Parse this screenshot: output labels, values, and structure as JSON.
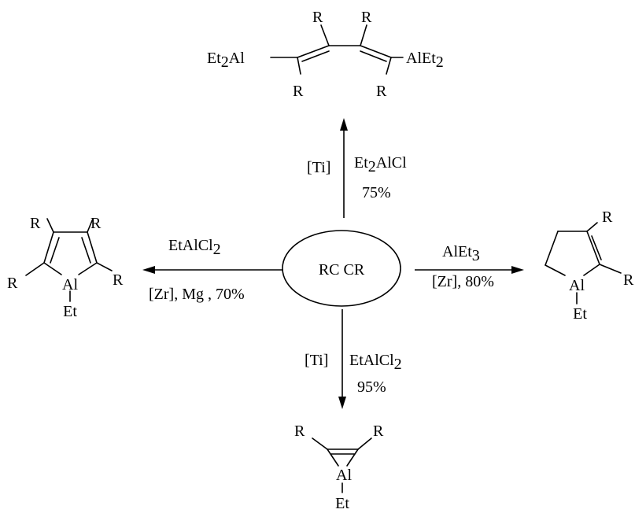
{
  "center": {
    "label": "RC CR"
  },
  "top": {
    "reagent_pre": "[Ti]",
    "reagent_main": "Et",
    "reagent_sub": "2",
    "reagent_tail": "AlCl",
    "yield": "75%",
    "product": {
      "left_group": "Et",
      "left_group_sub": "2",
      "left_group_tail": "Al",
      "right_group": "AlEt",
      "right_group_sub": "2",
      "r": "R"
    }
  },
  "left": {
    "reagent_main": "EtAlCl",
    "reagent_sub": "2",
    "conditions": "[Zr], Mg , 70%",
    "product": {
      "r": "R",
      "al": "Al",
      "et": "Et"
    }
  },
  "right": {
    "reagent_main": "AlEt",
    "reagent_sub": "3",
    "conditions": "[Zr], 80%",
    "product": {
      "r": "R",
      "al": "Al",
      "et": "Et"
    }
  },
  "bottom": {
    "reagent_pre": "[Ti]",
    "reagent_main": "EtAlCl",
    "reagent_sub": "2",
    "yield": "95%",
    "product": {
      "r": "R",
      "al": "Al",
      "et": "Et"
    }
  }
}
